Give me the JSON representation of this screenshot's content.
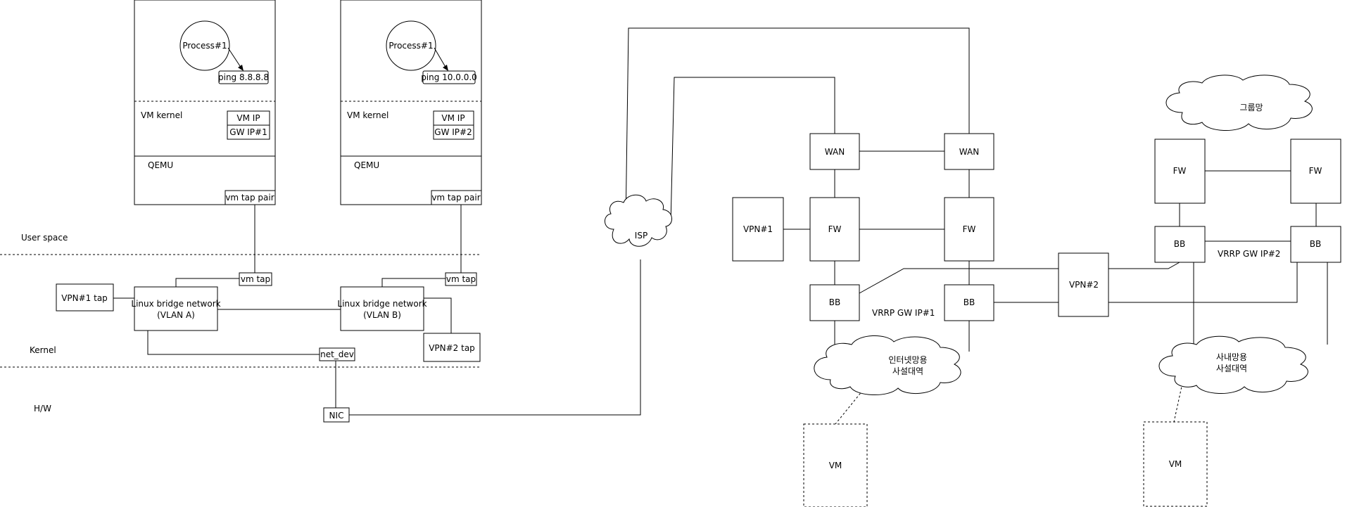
{
  "layers": {
    "user_space": "User space",
    "kernel": "Kernel",
    "hw": "H/W"
  },
  "vm1": {
    "process": "Process#1",
    "ping": "ping 8.8.8.8",
    "kernel": "VM kernel",
    "vm_ip": "VM IP",
    "gw_ip": "GW IP#1",
    "qemu": "QEMU",
    "tap_pair": "vm tap pair"
  },
  "vm2": {
    "process": "Process#1",
    "ping": "ping 10.0.0.0",
    "kernel": "VM kernel",
    "vm_ip": "VM IP",
    "gw_ip": "GW IP#2",
    "qemu": "QEMU",
    "tap_pair": "vm tap pair"
  },
  "host": {
    "vm_tap_a": "vm tap",
    "vm_tap_b": "vm tap",
    "bridge_a_line1": "Linux bridge network",
    "bridge_a_line2": "(VLAN A)",
    "bridge_b_line1": "Linux bridge network",
    "bridge_b_line2": "(VLAN B)",
    "vpn1_tap": "VPN#1 tap",
    "vpn2_tap": "VPN#2 tap",
    "net_dev": "net_dev",
    "nic": "NIC"
  },
  "network": {
    "isp": "ISP",
    "wan_left": "WAN",
    "wan_right": "WAN",
    "fw_left": "FW",
    "fw_right": "FW",
    "vpn1": "VPN#1",
    "bb_left": "BB",
    "bb_right": "BB",
    "vrrp1": "VRRP GW IP#1",
    "internet_cloud_line1": "인터넷망용",
    "internet_cloud_line2": "사설대역",
    "vm_left": "VM",
    "vpn2": "VPN#2",
    "group_cloud": "그룹망",
    "fw2_left": "FW",
    "fw2_right": "FW",
    "bb2_left": "BB",
    "bb2_right": "BB",
    "vrrp2": "VRRP GW IP#2",
    "intranet_cloud_line1": "사내망용",
    "intranet_cloud_line2": "사설대역",
    "vm_right": "VM"
  }
}
